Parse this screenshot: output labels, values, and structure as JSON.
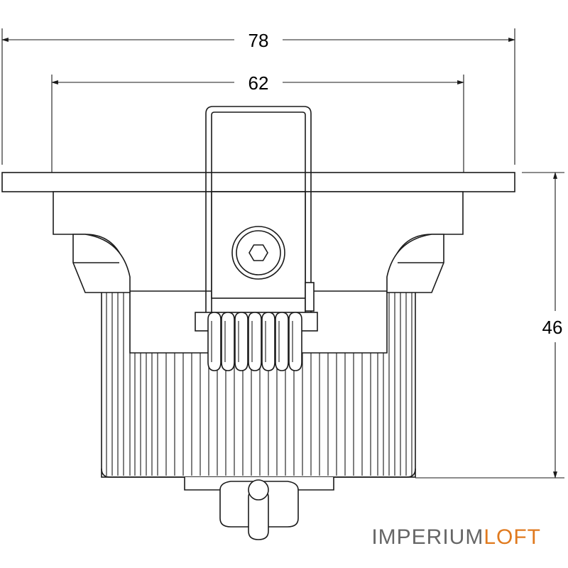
{
  "dimensions": {
    "outer_width": "78",
    "inner_width": "62",
    "height": "46"
  },
  "watermark": {
    "part1": "IMPERIUM",
    "part2": "LOFT",
    "color_part1": "#666666",
    "color_part2": "#e07a1f"
  }
}
